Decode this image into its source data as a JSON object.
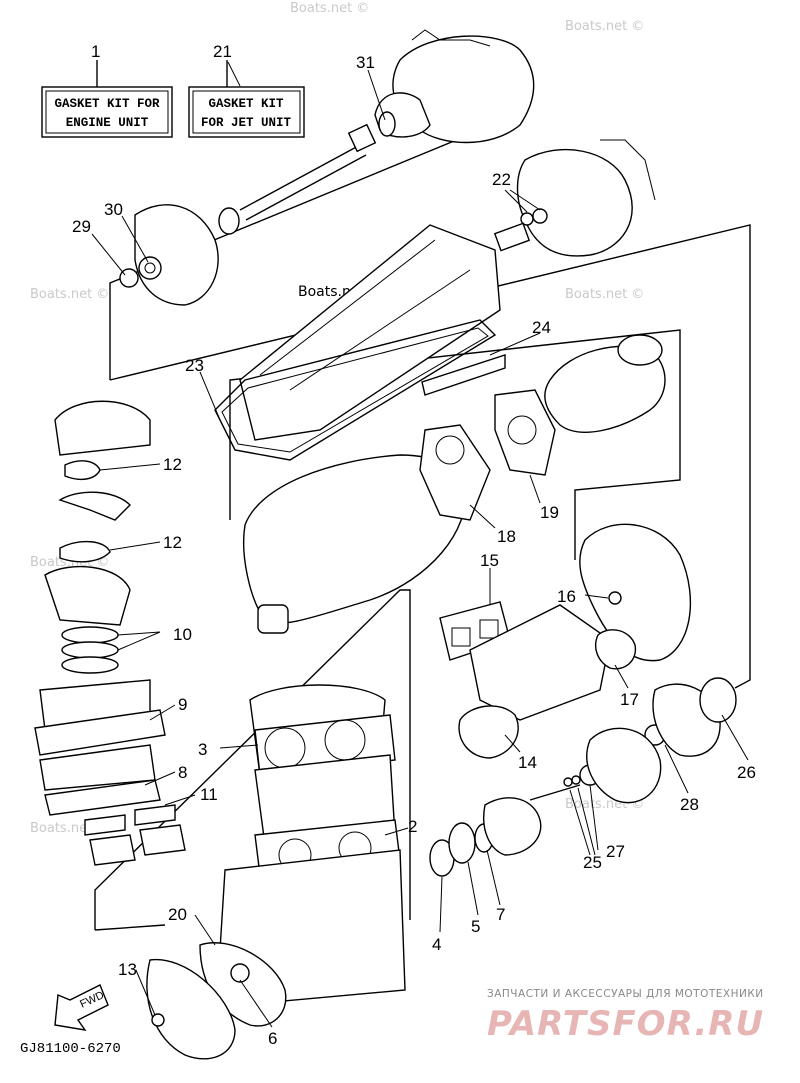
{
  "boxes": {
    "engine_line1": "GASKET KIT FOR",
    "engine_line2": "ENGINE UNIT",
    "jet_line1": "GASKET KIT",
    "jet_line2": "FOR JET UNIT"
  },
  "part_numbers": [
    "1",
    "21",
    "31",
    "22",
    "30",
    "29",
    "24",
    "23",
    "12",
    "12",
    "18",
    "19",
    "15",
    "16",
    "10",
    "9",
    "3",
    "17",
    "14",
    "26",
    "8",
    "11",
    "28",
    "2",
    "27",
    "25",
    "7",
    "5",
    "4",
    "20",
    "13",
    "6"
  ],
  "fwd_label": "FWD",
  "watermark": "Boats.net ©",
  "diagram_code": "GJ81100-6270",
  "brand": {
    "tagline": "ЗАПЧАСТИ И АКСЕССУАРЫ ДЛЯ МОТОТЕХНИКИ",
    "logo": "PARTSFOR.RU"
  }
}
